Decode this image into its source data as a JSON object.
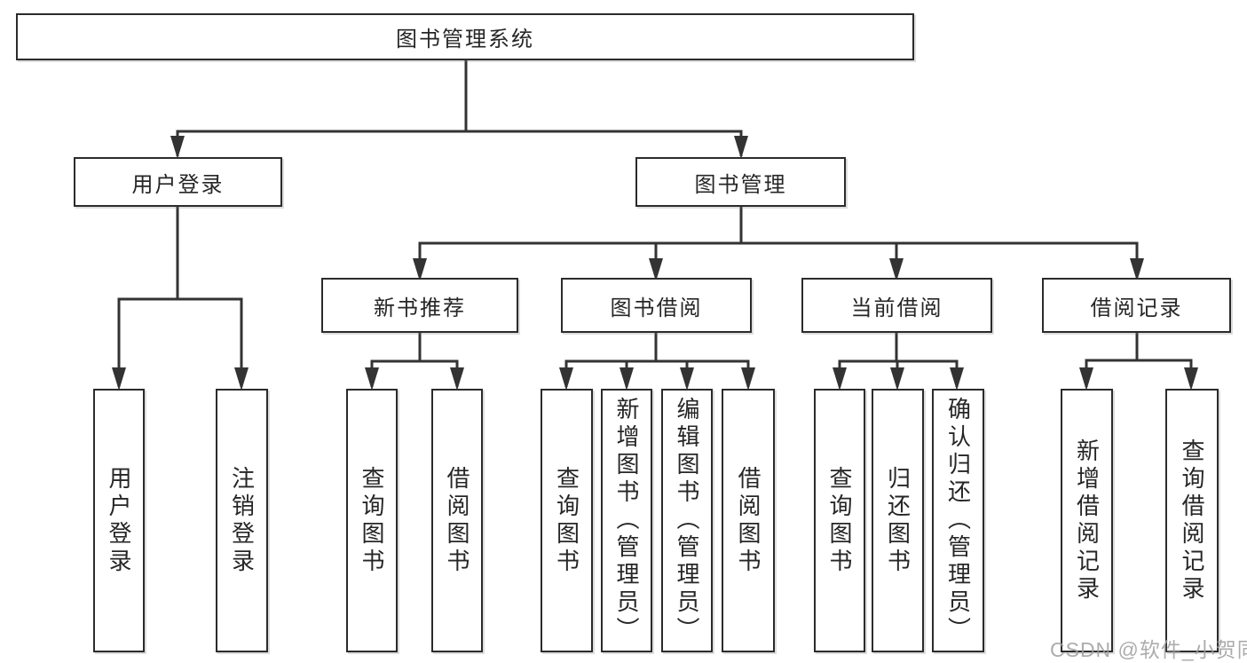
{
  "tree": {
    "root": {
      "label": "图书管理系统"
    },
    "user": {
      "label": "用户登录",
      "children": [
        {
          "label": "用户登录"
        },
        {
          "label": "注销登录"
        }
      ]
    },
    "manage": {
      "label": "图书管理",
      "children": [
        {
          "label": "新书推荐",
          "children": [
            {
              "label": "查询图书"
            },
            {
              "label": "借阅图书"
            }
          ]
        },
        {
          "label": "图书借阅",
          "children": [
            {
              "label": "查询图书"
            },
            {
              "label": "新增图书（管理员）"
            },
            {
              "label": "编辑图书（管理员）"
            },
            {
              "label": "借阅图书"
            }
          ]
        },
        {
          "label": "当前借阅",
          "children": [
            {
              "label": "查询图书"
            },
            {
              "label": "归还图书"
            },
            {
              "label": "确认归还（管理员）"
            }
          ]
        },
        {
          "label": "借阅记录",
          "children": [
            {
              "label": "新增借阅记录"
            },
            {
              "label": "查询借阅记录"
            }
          ]
        }
      ]
    }
  },
  "watermark": {
    "text": "CSDN @软件_小贺同学"
  },
  "colors": {
    "line": "#333333",
    "box_border": "#2b2b2b",
    "text": "#262626",
    "watermark": "#9e9e9e",
    "background": "#ffffff"
  }
}
